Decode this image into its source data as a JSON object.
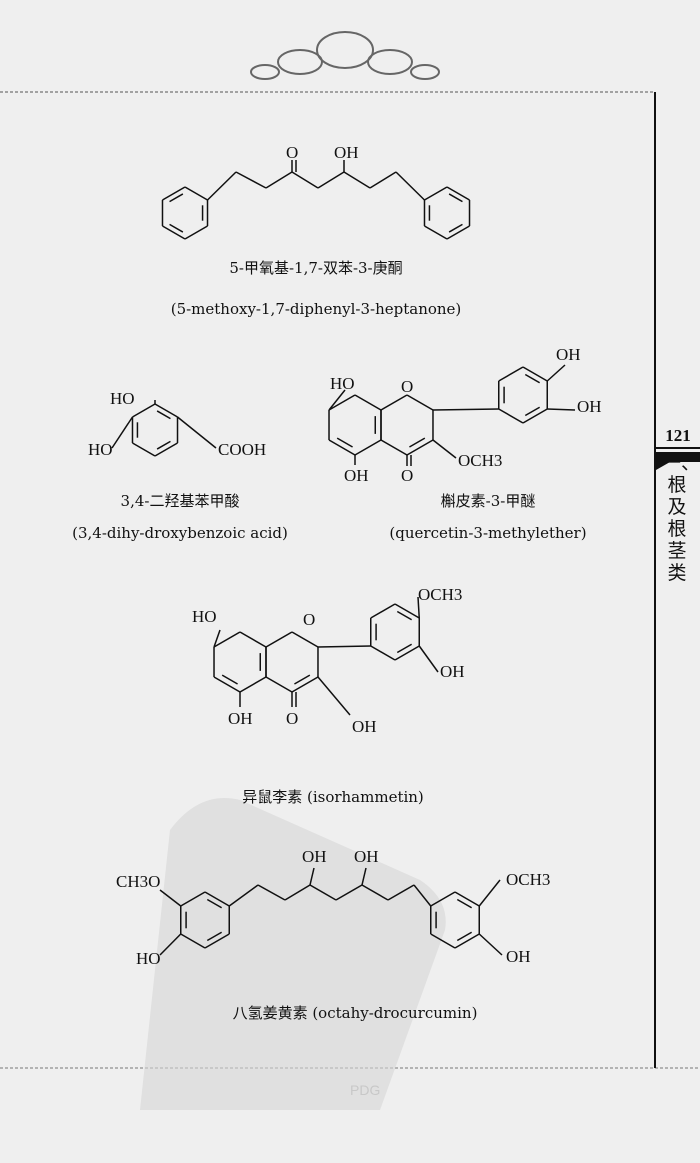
{
  "page_number": "121",
  "section_tab": "一、根及根茎类",
  "compounds": [
    {
      "cn": "5-甲氧基-1,7-双苯-3-庚酮",
      "en": "(5-methoxy-1,7-diphenyl-3-heptanone)",
      "labels": {
        "o": "O",
        "oh": "OH"
      }
    },
    {
      "caption": "3,4-二羟基苯甲酸",
      "en": "(3,4-dihy-droxybenzoic  acid)",
      "labels": {
        "ho1": "HO",
        "ho2": "HO",
        "cooh": "COOH"
      }
    },
    {
      "caption": "槲皮素-3-甲醚",
      "en": "(quercetin-3-methylether)",
      "labels": {
        "ho": "HO",
        "o_ring": "O",
        "oh1": "OH",
        "oh2": "OH",
        "och3": "OCH3",
        "oh3": "OH",
        "o_keto": "O"
      }
    },
    {
      "caption": "异鼠李素 (isorhammetin)",
      "labels": {
        "ho": "HO",
        "o_ring": "O",
        "och3": "OCH3",
        "oh1": "OH",
        "oh2": "OH",
        "oh3": "OH",
        "o_keto": "O"
      }
    },
    {
      "caption": "八氢姜黄素 (octahy-drocurcumin)",
      "labels": {
        "ch3o": "CH3O",
        "ho": "HO",
        "oh1": "OH",
        "oh2": "OH",
        "och3": "OCH3",
        "oh3": "OH"
      }
    }
  ],
  "watermark": "PDG"
}
